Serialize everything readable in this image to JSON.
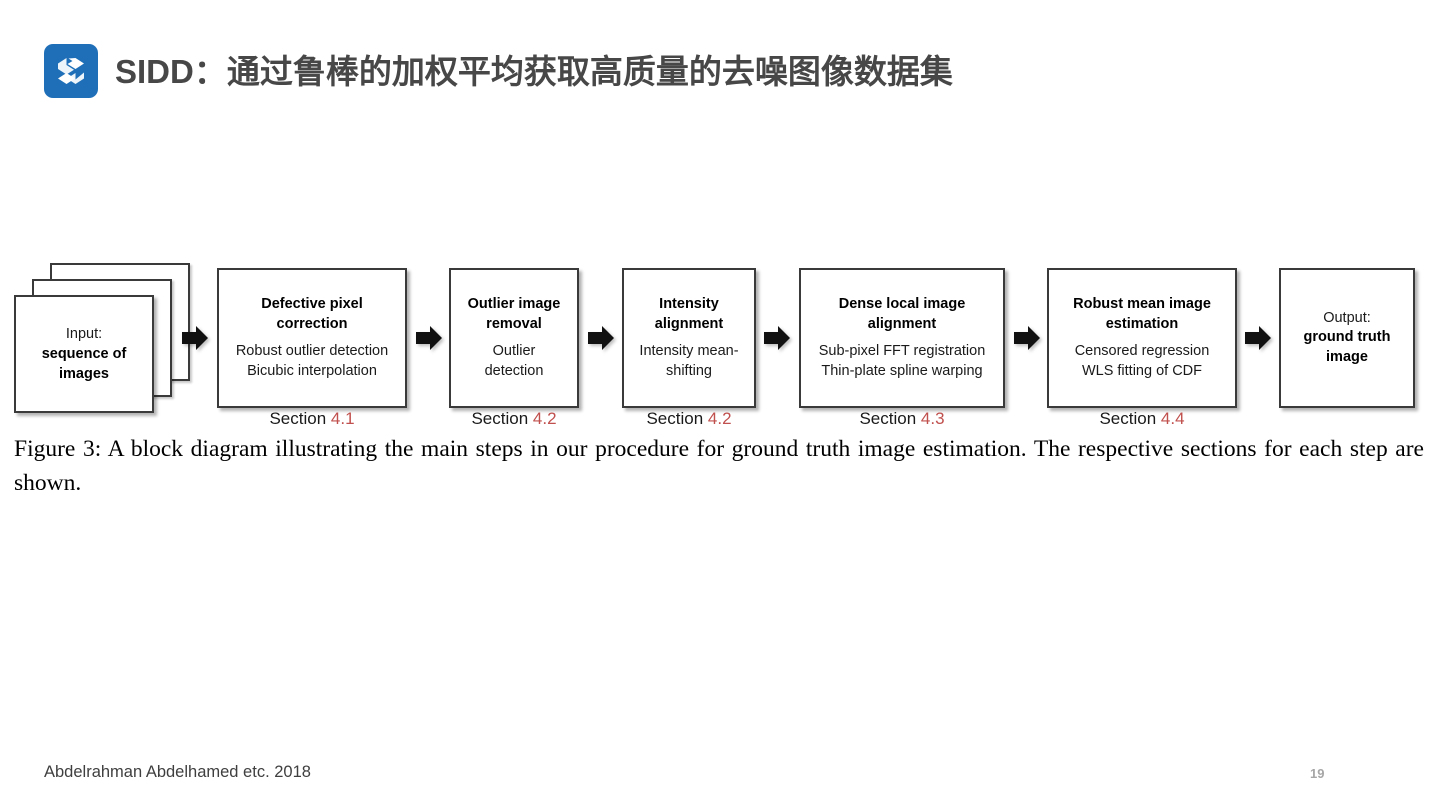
{
  "slide": {
    "title": "SIDD：通过鲁棒的加权平均获取高质量的去噪图像数据集",
    "logo_icon": "sidd-logo-icon",
    "footer_source": "Abdelrahman Abdelhamed etc. 2018",
    "page_number": "19"
  },
  "colors": {
    "logo_background": "#1E6FB8",
    "title_text": "#474747",
    "section_number": "#C0504D",
    "box_border": "#3A3A3A",
    "page_number": "#A6A6A6"
  },
  "figure": {
    "caption": "Figure 3: A block diagram illustrating the main steps in our procedure for ground truth image estimation. The respective sections for each step are shown.",
    "input": {
      "line1": "Input:",
      "line2": "sequence of",
      "line3": "images"
    },
    "steps": [
      {
        "title_line1": "Defective pixel",
        "title_line2": "correction",
        "sub_line1": "Robust outlier detection",
        "sub_line2": "Bicubic interpolation",
        "section_word": "Section",
        "section_number": "4.1"
      },
      {
        "title_line1": "Outlier image",
        "title_line2": "removal",
        "sub_line1": "Outlier",
        "sub_line2": "detection",
        "section_word": "Section",
        "section_number": "4.2"
      },
      {
        "title_line1": "Intensity",
        "title_line2": "alignment",
        "sub_line1": "Intensity mean-",
        "sub_line2": "shifting",
        "section_word": "Section",
        "section_number": "4.2"
      },
      {
        "title_line1": "Dense local image",
        "title_line2": "alignment",
        "sub_line1": "Sub-pixel FFT registration",
        "sub_line2": "Thin-plate spline warping",
        "section_word": "Section",
        "section_number": "4.3"
      },
      {
        "title_line1": "Robust mean image",
        "title_line2": "estimation",
        "sub_line1": "Censored regression",
        "sub_line2": "WLS fitting of CDF",
        "section_word": "Section",
        "section_number": "4.4"
      }
    ],
    "output": {
      "line1": "Output:",
      "line2": "ground truth",
      "line3": "image"
    },
    "arrow_icon": "right-block-arrow-icon"
  }
}
